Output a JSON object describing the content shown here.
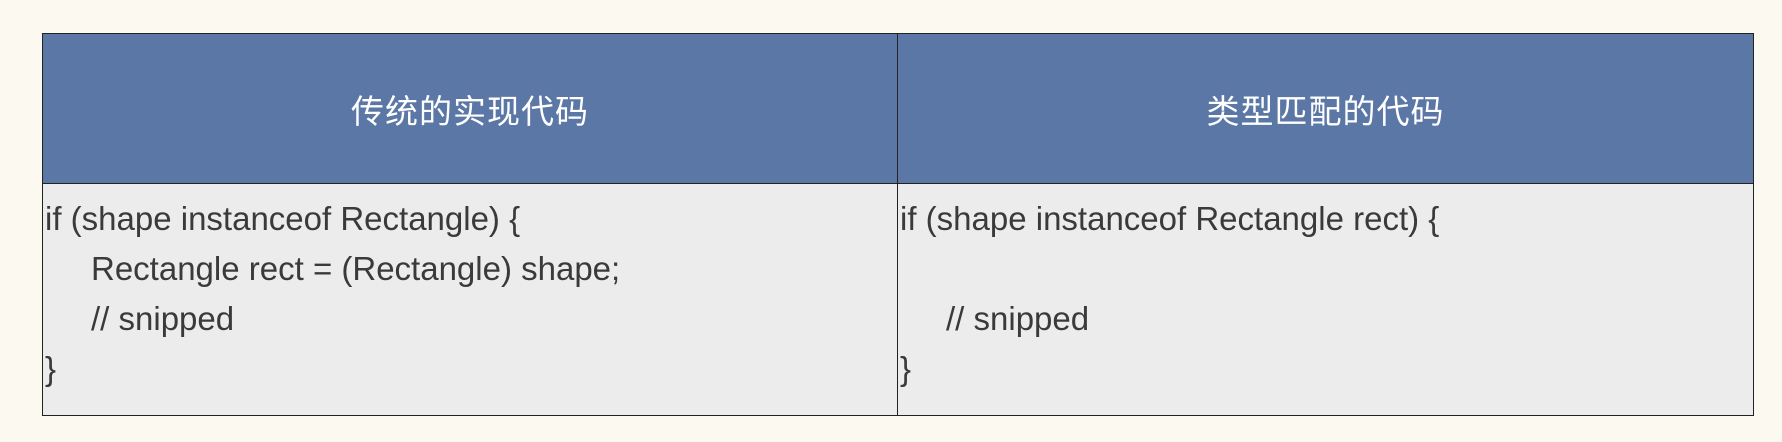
{
  "table": {
    "headers": [
      "传统的实现代码",
      "类型匹配的代码"
    ],
    "left_code": [
      "if (shape instanceof Rectangle) {",
      "Rectangle rect = (Rectangle) shape;",
      "// snipped",
      "}"
    ],
    "right_code": [
      "if (shape instanceof Rectangle rect) {",
      "",
      "// snipped",
      "}"
    ]
  },
  "colors": {
    "header_bg": "#5b77a6",
    "header_text": "#ffffff",
    "body_bg": "#ececec",
    "page_bg": "#fcf9f1",
    "border": "#222222"
  }
}
